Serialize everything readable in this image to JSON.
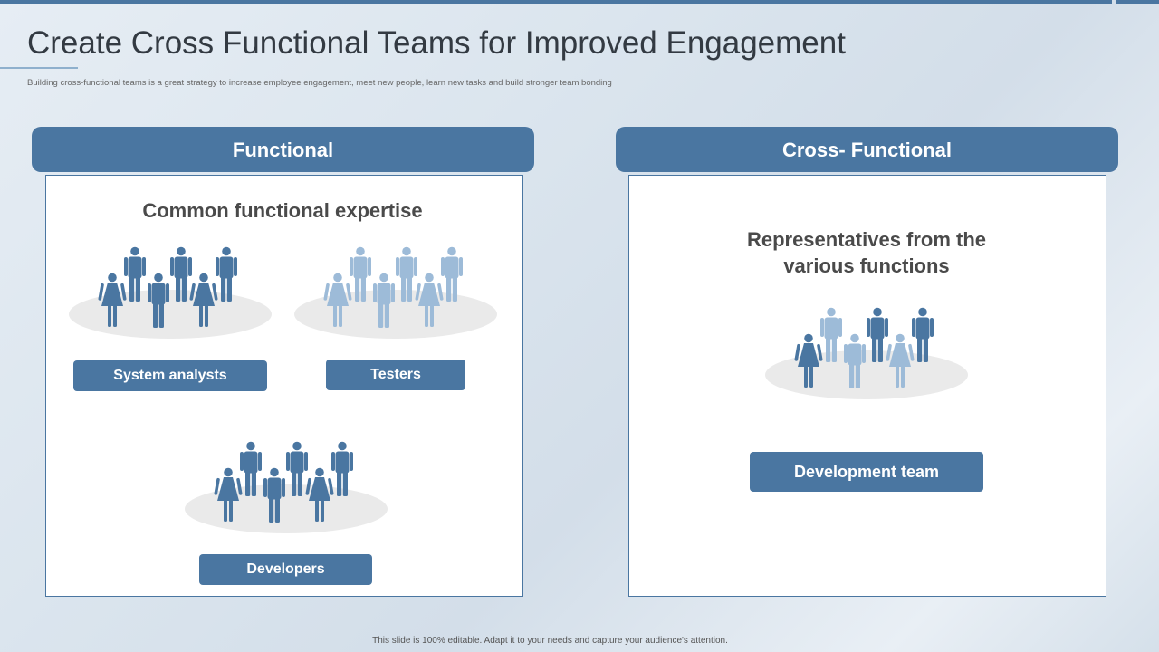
{
  "slide": {
    "title": "Create Cross Functional Teams for Improved Engagement",
    "subtitle": "Building cross-functional teams is a great strategy to increase employee engagement, meet new people, learn new tasks and build stronger team bonding",
    "footer": "This slide is 100% editable.  Adapt it to your needs and capture your audience's attention."
  },
  "functional": {
    "header": "Functional",
    "heading": "Common functional expertise",
    "groups": [
      {
        "label": "System analysts",
        "icon": "people-group-icon"
      },
      {
        "label": "Testers",
        "icon": "people-group-icon"
      },
      {
        "label": "Developers",
        "icon": "people-group-icon"
      }
    ]
  },
  "cross_functional": {
    "header": "Cross- Functional",
    "heading_line1": "Representatives from the",
    "heading_line2": "various functions",
    "group_label": "Development team",
    "icon": "mixed-people-group-icon"
  },
  "colors": {
    "accent": "#4a76a1",
    "dark_person": "#4a76a1",
    "light_person": "#9dbbd8",
    "shadow": "#eaeaea"
  }
}
